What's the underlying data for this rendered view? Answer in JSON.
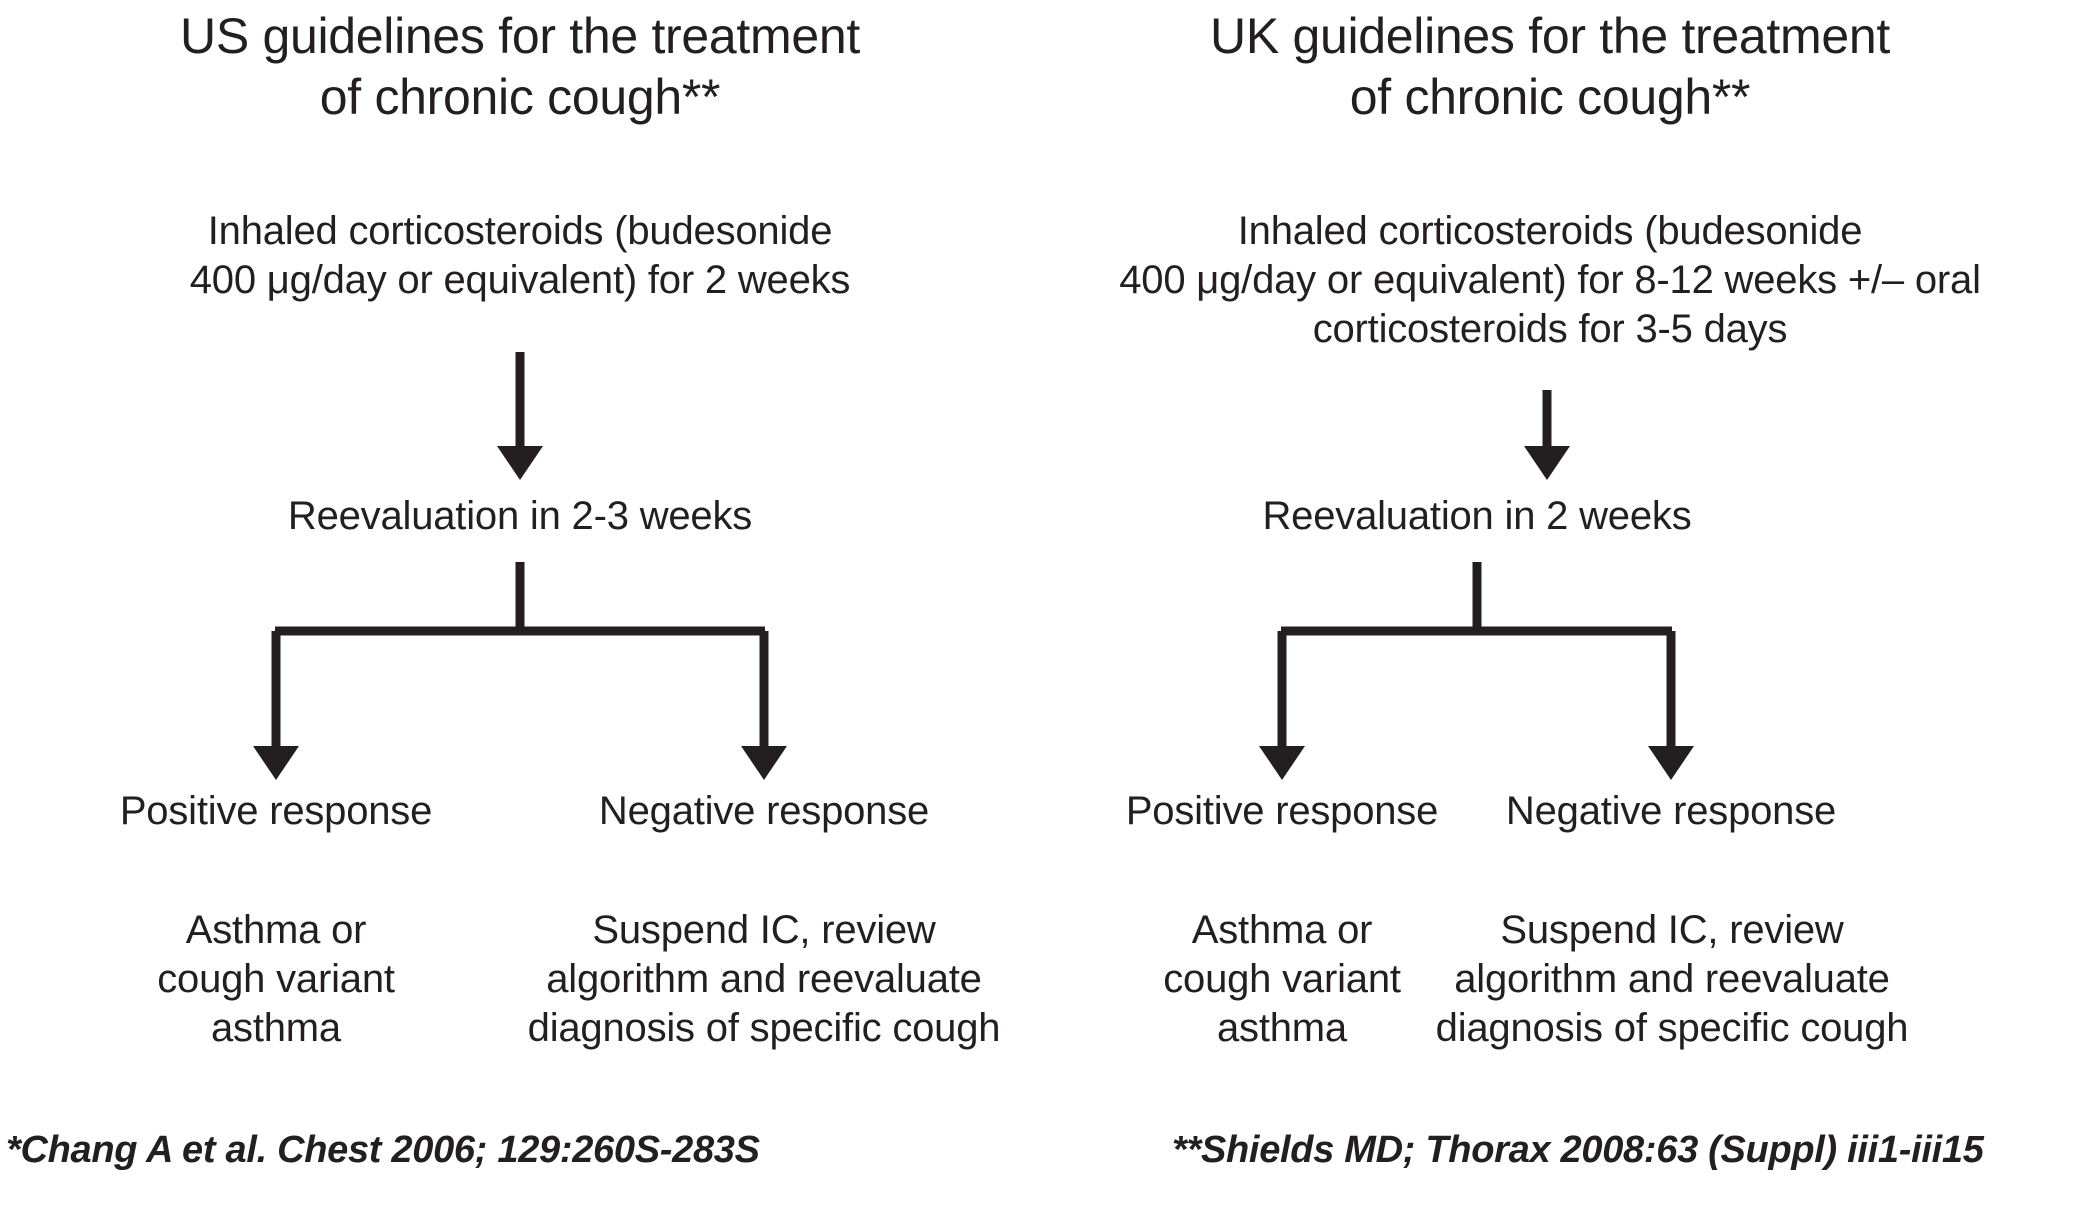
{
  "figure": {
    "type": "flowchart",
    "background_color": "#ffffff",
    "stroke_color": "#231f20",
    "text_color": "#231f20",
    "columns": 2
  },
  "us": {
    "title": "US guidelines for the treatment\nof chronic cough**",
    "treatment": "Inhaled corticosteroids (budesonide\n400 μg/day or equivalent) for 2 weeks",
    "reevaluation": "Reevaluation in 2-3 weeks",
    "branch_positive_label": "Positive response",
    "branch_negative_label": "Negative response",
    "outcome_positive": "Asthma or\ncough variant\nasthma",
    "outcome_negative": "Suspend IC, review\nalgorithm and reevaluate\ndiagnosis of specific cough",
    "footnote": "*Chang A et al. Chest 2006; 129:260S-283S"
  },
  "uk": {
    "title": "UK guidelines for the treatment\nof chronic cough**",
    "treatment": "Inhaled corticosteroids (budesonide\n400 μg/day or equivalent) for 8-12 weeks +/– oral\ncorticosteroids for 3-5 days",
    "reevaluation": "Reevaluation in 2 weeks",
    "branch_positive_label": "Positive response",
    "branch_negative_label": "Negative response",
    "outcome_positive": "Asthma or\ncough variant\nasthma",
    "outcome_negative": "Suspend IC, review\nalgorithm and reevaluate\ndiagnosis of specific cough",
    "footnote": "**Shields MD; Thorax 2008:63 (Suppl) iii1-iii15"
  },
  "icons": {
    "arrow_down": "down-arrow",
    "branch": "branch-split"
  }
}
